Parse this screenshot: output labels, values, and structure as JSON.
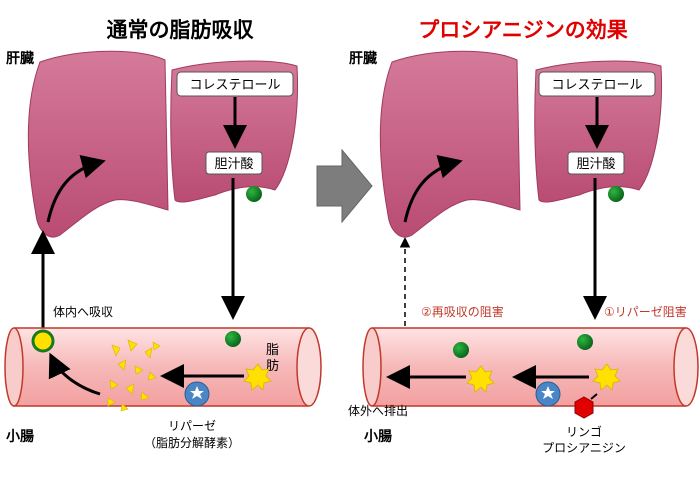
{
  "left": {
    "title": "通常の脂肪吸収",
    "liver_label": "肝臓",
    "cholesterol": "コレステロール",
    "bile_acid": "胆汁酸",
    "absorb_label": "体内へ吸収",
    "fat_label": "脂肪",
    "lipase_line1": "リパーゼ",
    "lipase_line2": "（脂肪分解酵素）",
    "intestine_label": "小腸"
  },
  "right": {
    "title": "プロシアニジンの効果",
    "liver_label": "肝臓",
    "cholesterol": "コレステロール",
    "bile_acid": "胆汁酸",
    "inhibit_reabsorb": "②再吸収の阻害",
    "inhibit_lipase": "①リパーゼ阻害",
    "excrete_label": "体外へ排出",
    "apple_line1": "リンゴ",
    "apple_line2": "プロシアニジン",
    "intestine_label": "小腸"
  },
  "colors": {
    "liver": "#c75b82",
    "intestine": "#f7c1c1",
    "intestine_edge": "#c0392b",
    "fat": "#ffe000",
    "bile_dot": "#0a7a1a",
    "lipase": "#4a86c5",
    "procyanidin": "#e00000",
    "title_right": "#e00000",
    "note_red": "#c0392b",
    "transition_arrow": "#777777"
  }
}
